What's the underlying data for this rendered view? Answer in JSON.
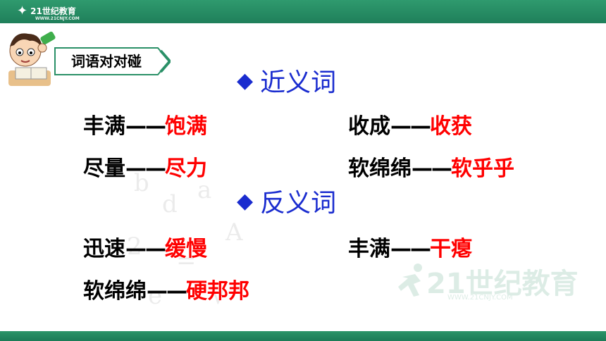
{
  "header": {
    "logo_text": "21世纪教育",
    "logo_sub": "WWW.21CNJY.COM"
  },
  "tag": {
    "label": "词语对对碰"
  },
  "sections": [
    {
      "heading": "近义词",
      "pairs": [
        {
          "word": "丰满",
          "dash": "——",
          "answer": "饱满"
        },
        {
          "word": "收成",
          "dash": "——",
          "answer": "收获"
        },
        {
          "word": "尽量",
          "dash": "——",
          "answer": "尽力"
        },
        {
          "word": "软绵绵",
          "dash": "——",
          "answer": "软乎乎"
        }
      ]
    },
    {
      "heading": "反义词",
      "pairs": [
        {
          "word": "迅速",
          "dash": "——",
          "answer": "缓慢"
        },
        {
          "word": "丰满",
          "dash": "——",
          "answer": "干瘪"
        },
        {
          "word": "软绵绵",
          "dash": "——",
          "answer": "硬邦邦"
        }
      ]
    }
  ],
  "watermark": {
    "text": "21世纪教育",
    "sub": "WWW.21CNJY.COM"
  },
  "colors": {
    "green": "#2a9067",
    "heading_blue": "#1a2ccf",
    "answer_red": "#ff0000"
  }
}
